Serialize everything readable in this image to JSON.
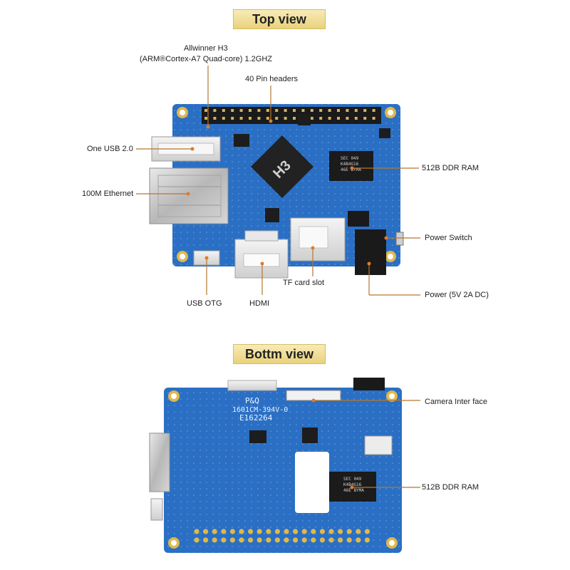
{
  "title_top": "Top view",
  "title_bottom": "Bottm view",
  "top_labels": {
    "cpu_line1": "Allwinner H3",
    "cpu_line2": "(ARM®Cortex-A7 Quad-core) 1.2GHZ",
    "pin_headers": "40 Pin headers",
    "usb": "One USB 2.0",
    "ethernet": "100M Ethernet",
    "ram": "512B  DDR RAM",
    "power_switch": "Power Switch",
    "power": "Power (5V 2A DC)",
    "tf_slot": "TF card slot",
    "usb_otg": "USB OTG",
    "hdmi": "HDMI"
  },
  "bottom_labels": {
    "camera": "Camera Inter face",
    "ram": "512B  DDR RAM"
  },
  "board_text": {
    "cpu_mark": "H3",
    "ram_chip_line1": "SEC 049",
    "ram_chip_line2": "K4B4G16",
    "ram_chip_line3": "46E BYMA",
    "silk_line1": "P&Q",
    "silk_line2": "1601CM-394V-0",
    "silk_line3": "E162264"
  },
  "colors": {
    "pcb": "#2a6fc4",
    "pcb_dark": "#1d56a0",
    "leader": "#b5772e",
    "banner": "#ead27a"
  }
}
